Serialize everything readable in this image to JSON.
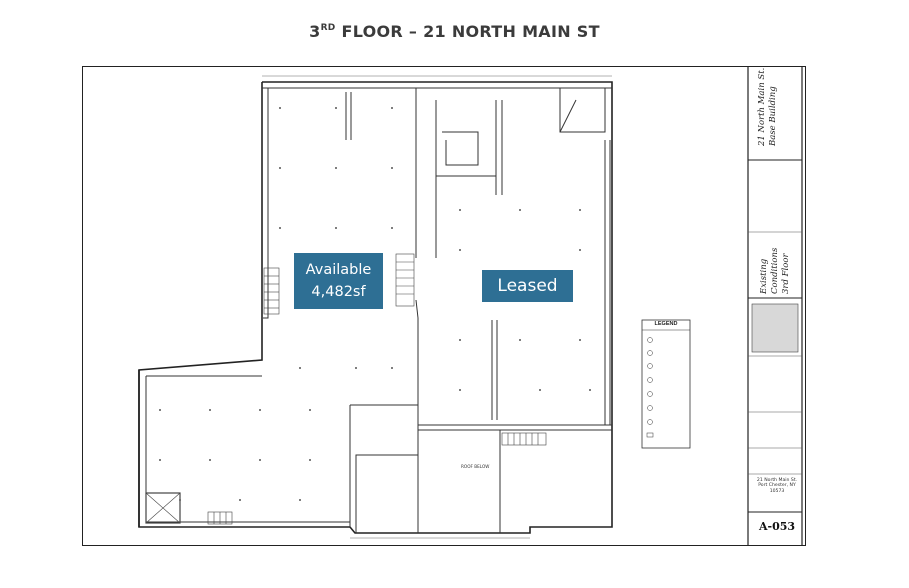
{
  "header": {
    "title_prefix": "3",
    "title_sup": "RD",
    "title_rest": " FLOOR – 21 NORTH MAIN ST"
  },
  "callouts": {
    "available_line1": "Available",
    "available_line2": "4,482sf",
    "leased": "Leased"
  },
  "colors": {
    "callout_fill": "#2e6f94",
    "line": "#222222"
  },
  "title_block": {
    "building_line1": "21 North Main St.",
    "building_line2": "Base Building",
    "sheet_desc_line1": "Existing",
    "sheet_desc_line2": "Conditions",
    "sheet_desc_line3": "3rd Floor",
    "address_line1": "21 North Main St.",
    "address_line2": "Port Chester, NY",
    "address_line3": "10573",
    "sheet_number": "A-053"
  },
  "legend": {
    "title": "LEGEND"
  },
  "plan_labels": {
    "roof_below": "ROOF BELOW"
  }
}
